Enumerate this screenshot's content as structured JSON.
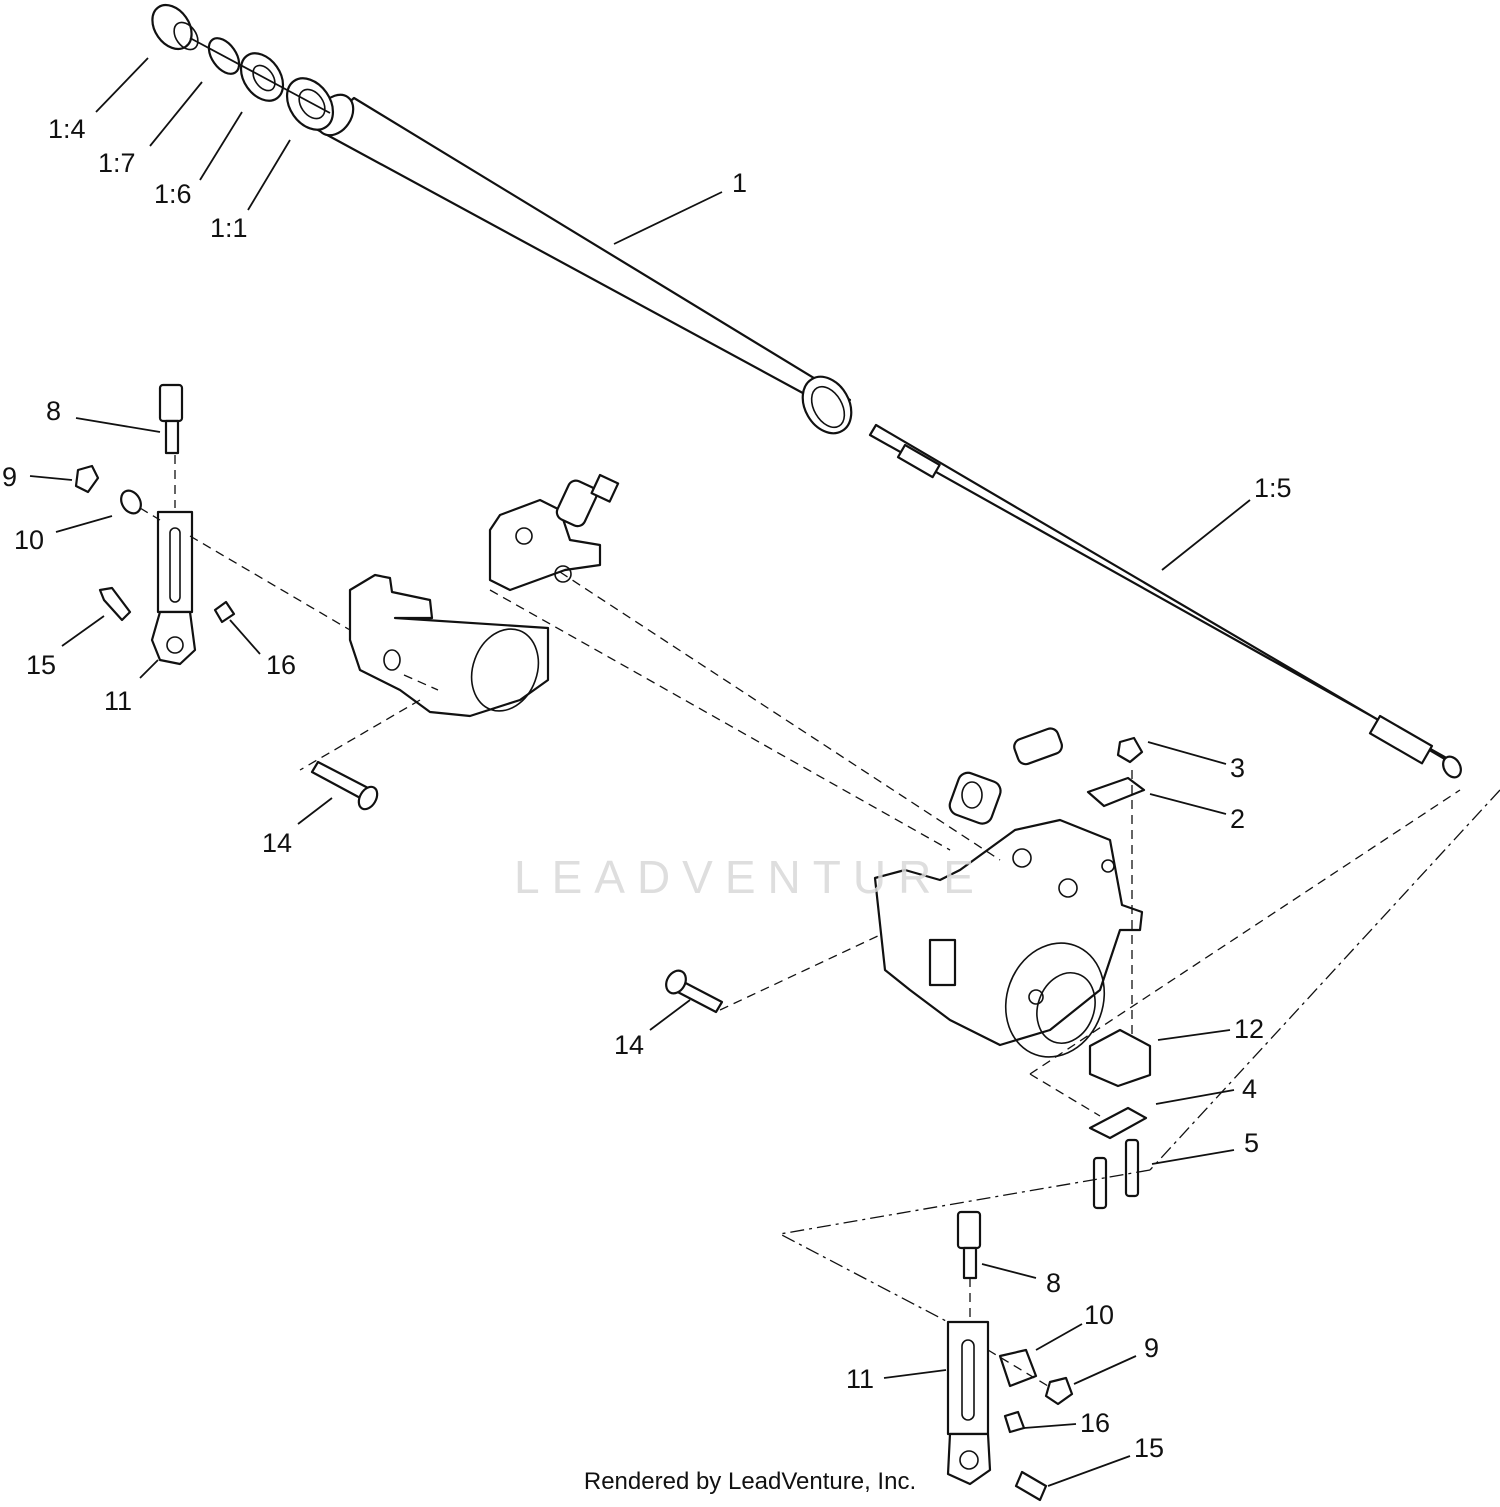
{
  "callouts": {
    "c1_4": "1:4",
    "c1_7": "1:7",
    "c1_6": "1:6",
    "c1_1": "1:1",
    "c1": "1",
    "c1_5": "1:5",
    "c8a": "8",
    "c9a": "9",
    "c10a": "10",
    "c15a": "15",
    "c16a": "16",
    "c11a": "11",
    "c14a": "14",
    "c3": "3",
    "c2": "2",
    "c14b": "14",
    "c12": "12",
    "c4": "4",
    "c5": "5",
    "c8b": "8",
    "c10b": "10",
    "c9b": "9",
    "c11b": "11",
    "c16b": "16",
    "c15b": "15"
  },
  "watermark": "LEADVENTURE",
  "footer": "Rendered by LeadVenture, Inc."
}
